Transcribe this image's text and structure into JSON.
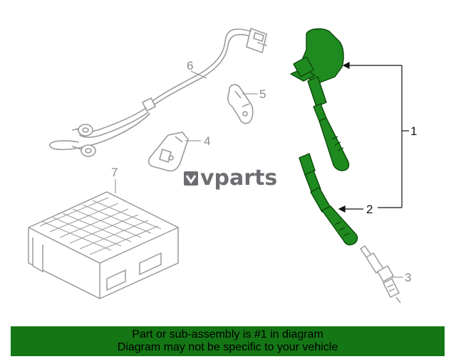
{
  "watermark": {
    "brand": "vparts"
  },
  "callouts": {
    "c1": "1",
    "c2": "2",
    "c3": "3",
    "c4": "4",
    "c5": "5",
    "c6": "6",
    "c7": "7"
  },
  "banner": {
    "line1": "Part or sub-assembly is #1 in diagram",
    "line2": "Diagram may not be specific to your vehicle",
    "color": "#157615"
  },
  "colors": {
    "highlight": "#1f8a1f",
    "part_outline": "#9a9a9a",
    "leader": "#111111"
  }
}
